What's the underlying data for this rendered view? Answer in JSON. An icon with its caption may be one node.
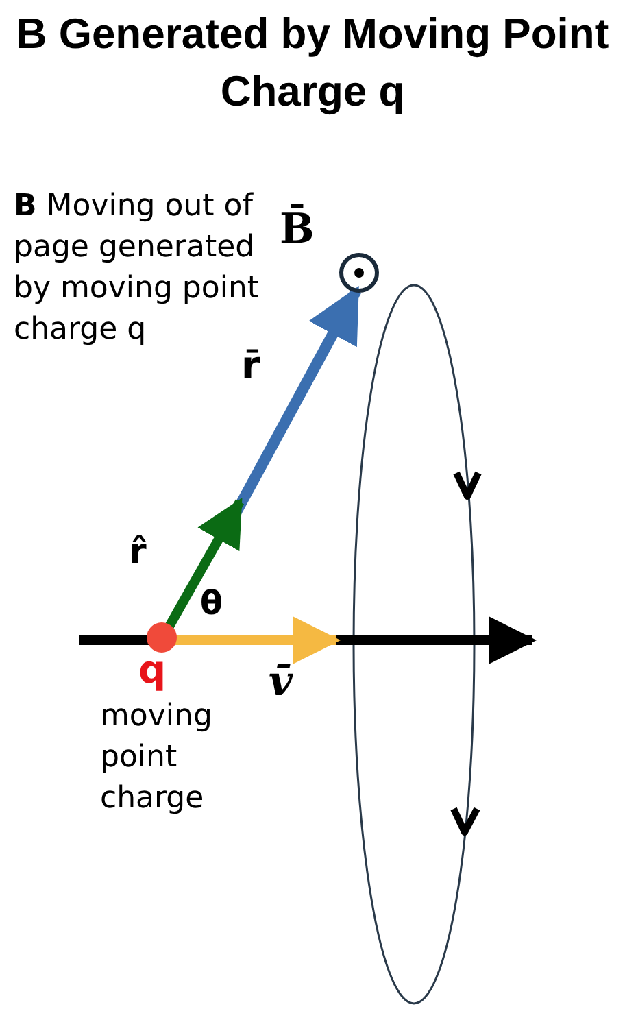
{
  "diagram": {
    "title": "B Generated by Moving Point Charge q",
    "labels": [
      "**B** Moving out of page generated by moving point charge q",
      "B̄",
      "r̄",
      "r̂",
      "θ",
      "q",
      "v̄",
      "moving point charge"
    ]
  }
}
